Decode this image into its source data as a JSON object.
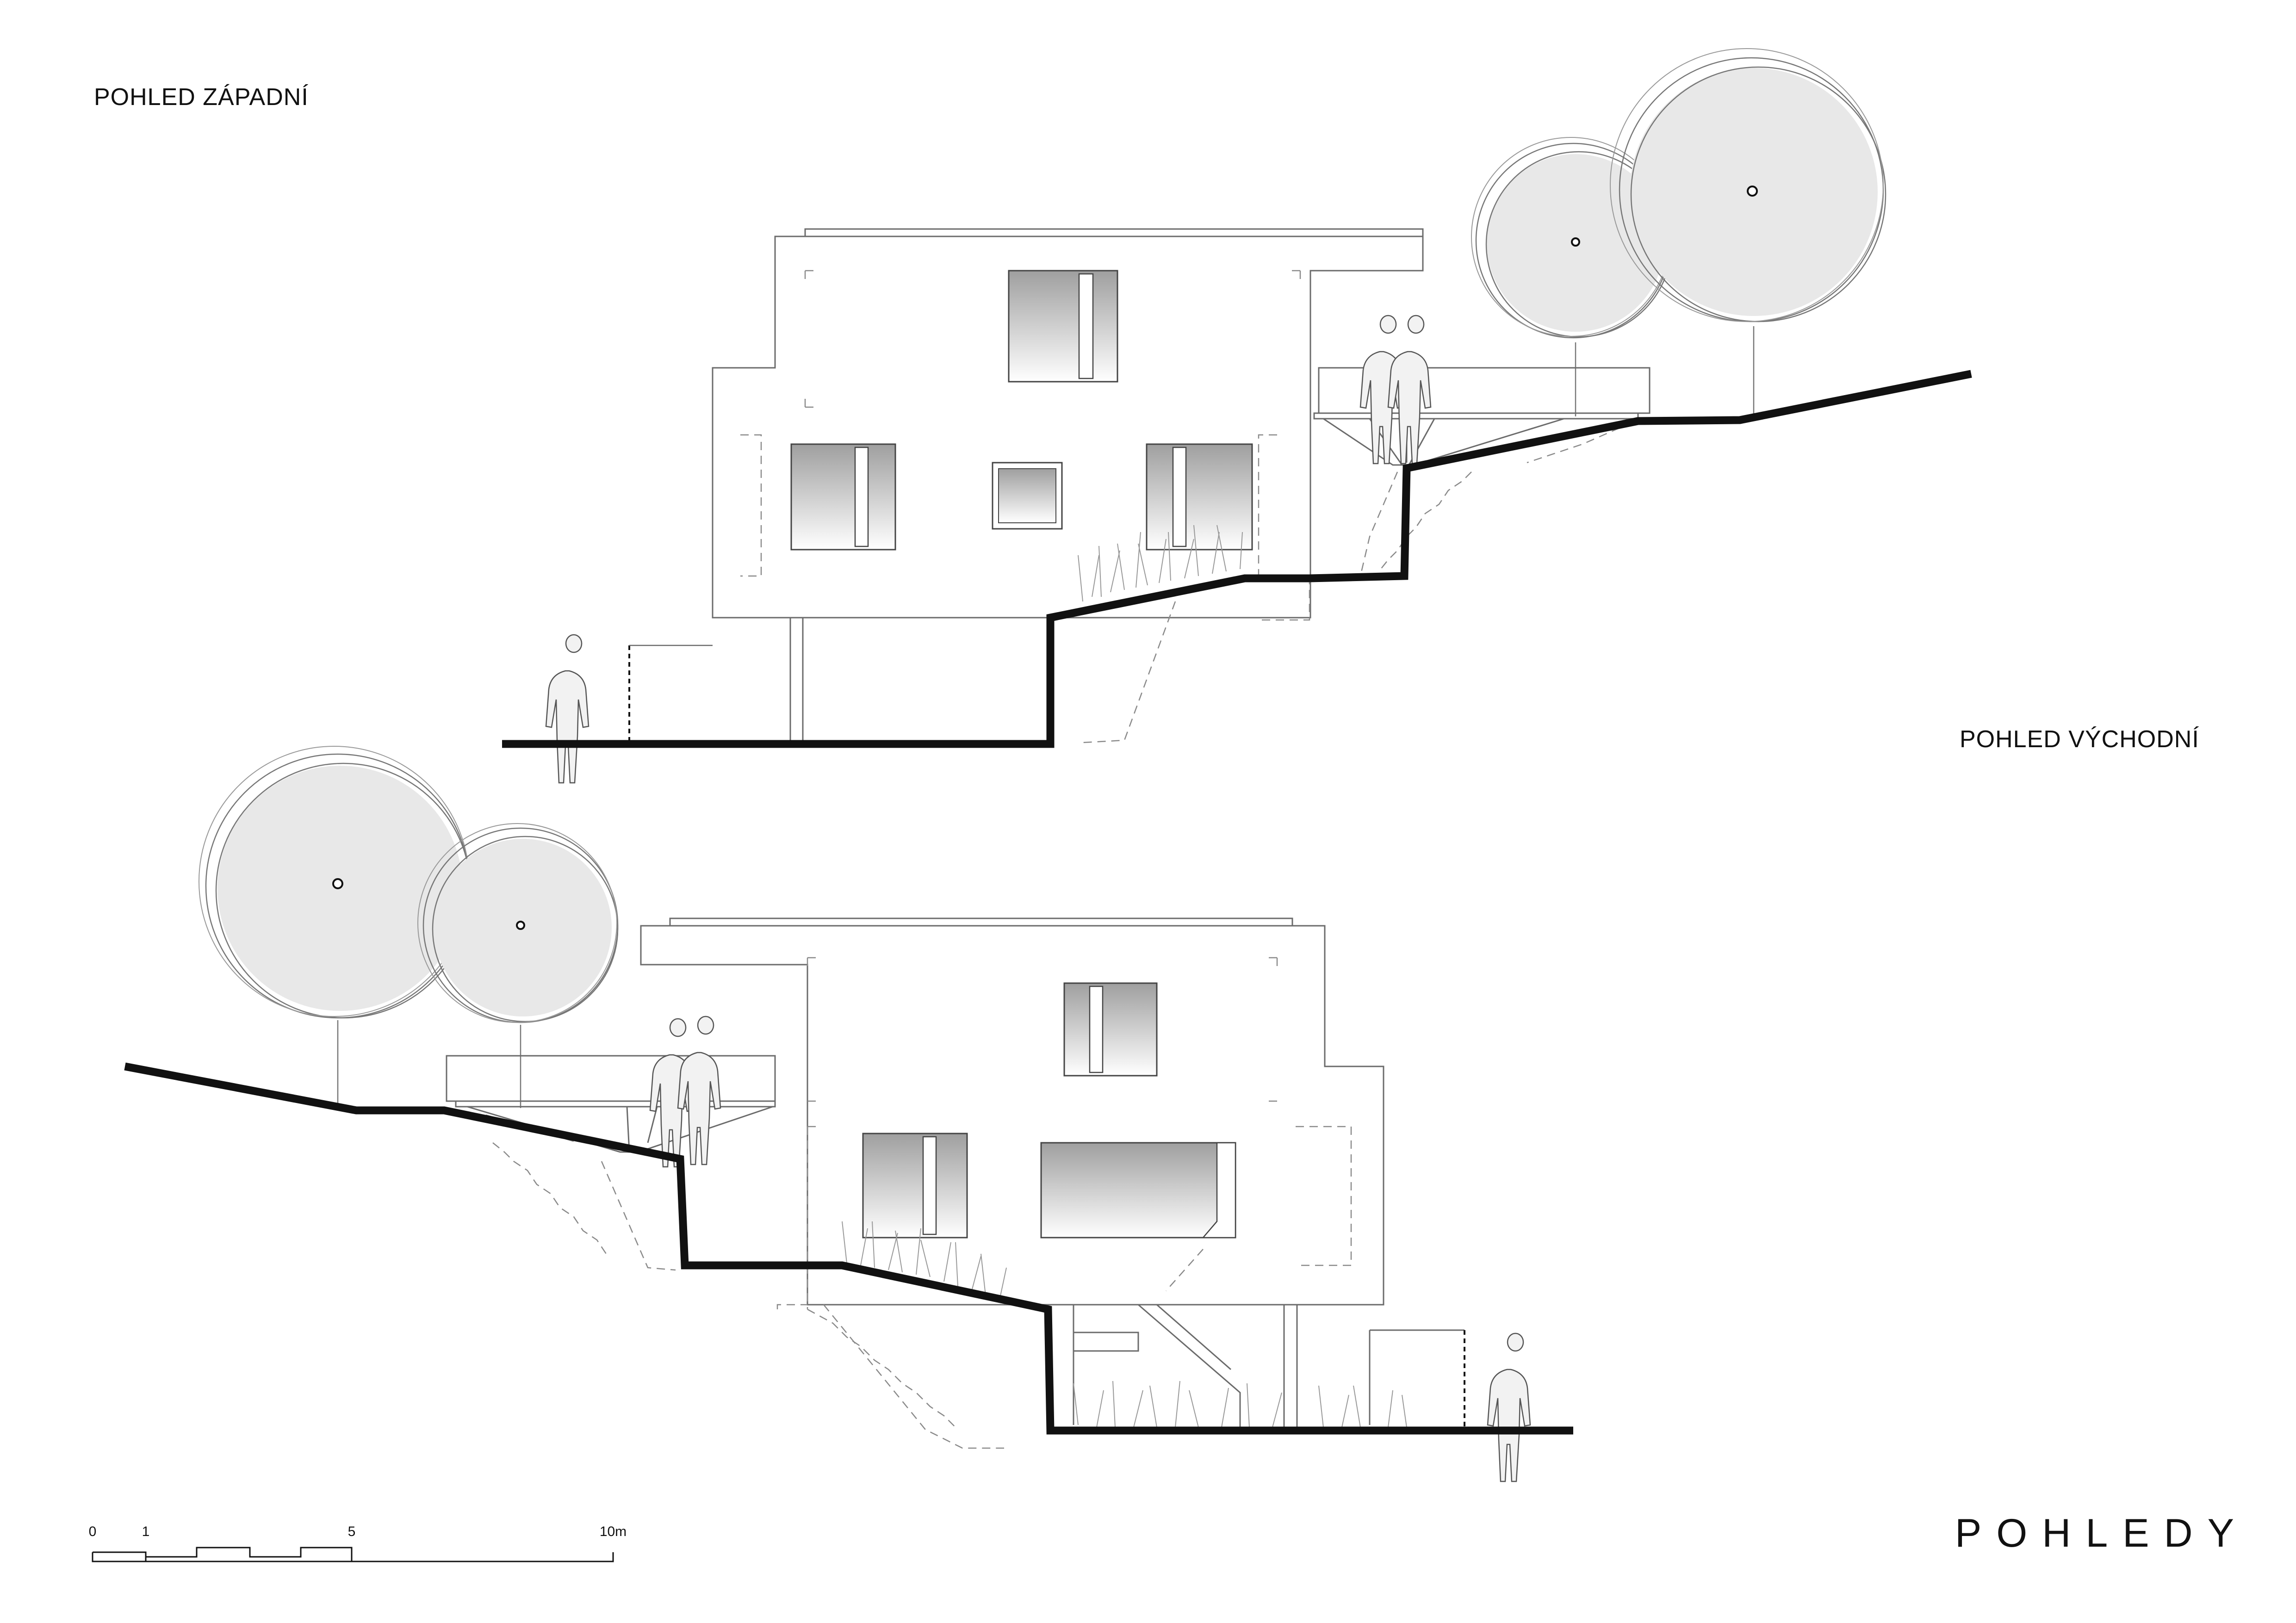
{
  "sheet": {
    "title": "POHLEDY"
  },
  "views": {
    "west": {
      "title": "POHLED ZÁPADNÍ"
    },
    "east": {
      "title": "POHLED VÝCHODNÍ"
    }
  },
  "scale_bar": {
    "ticks": [
      "0",
      "1",
      "5",
      "10m"
    ]
  },
  "colors": {
    "ink": "#111111",
    "line": "#6b6b6b",
    "dash": "#8a8a8a",
    "tree_fill": "#e8e8e8",
    "glass_light": "#ffffff",
    "glass_dark": "#a9a9a9"
  }
}
